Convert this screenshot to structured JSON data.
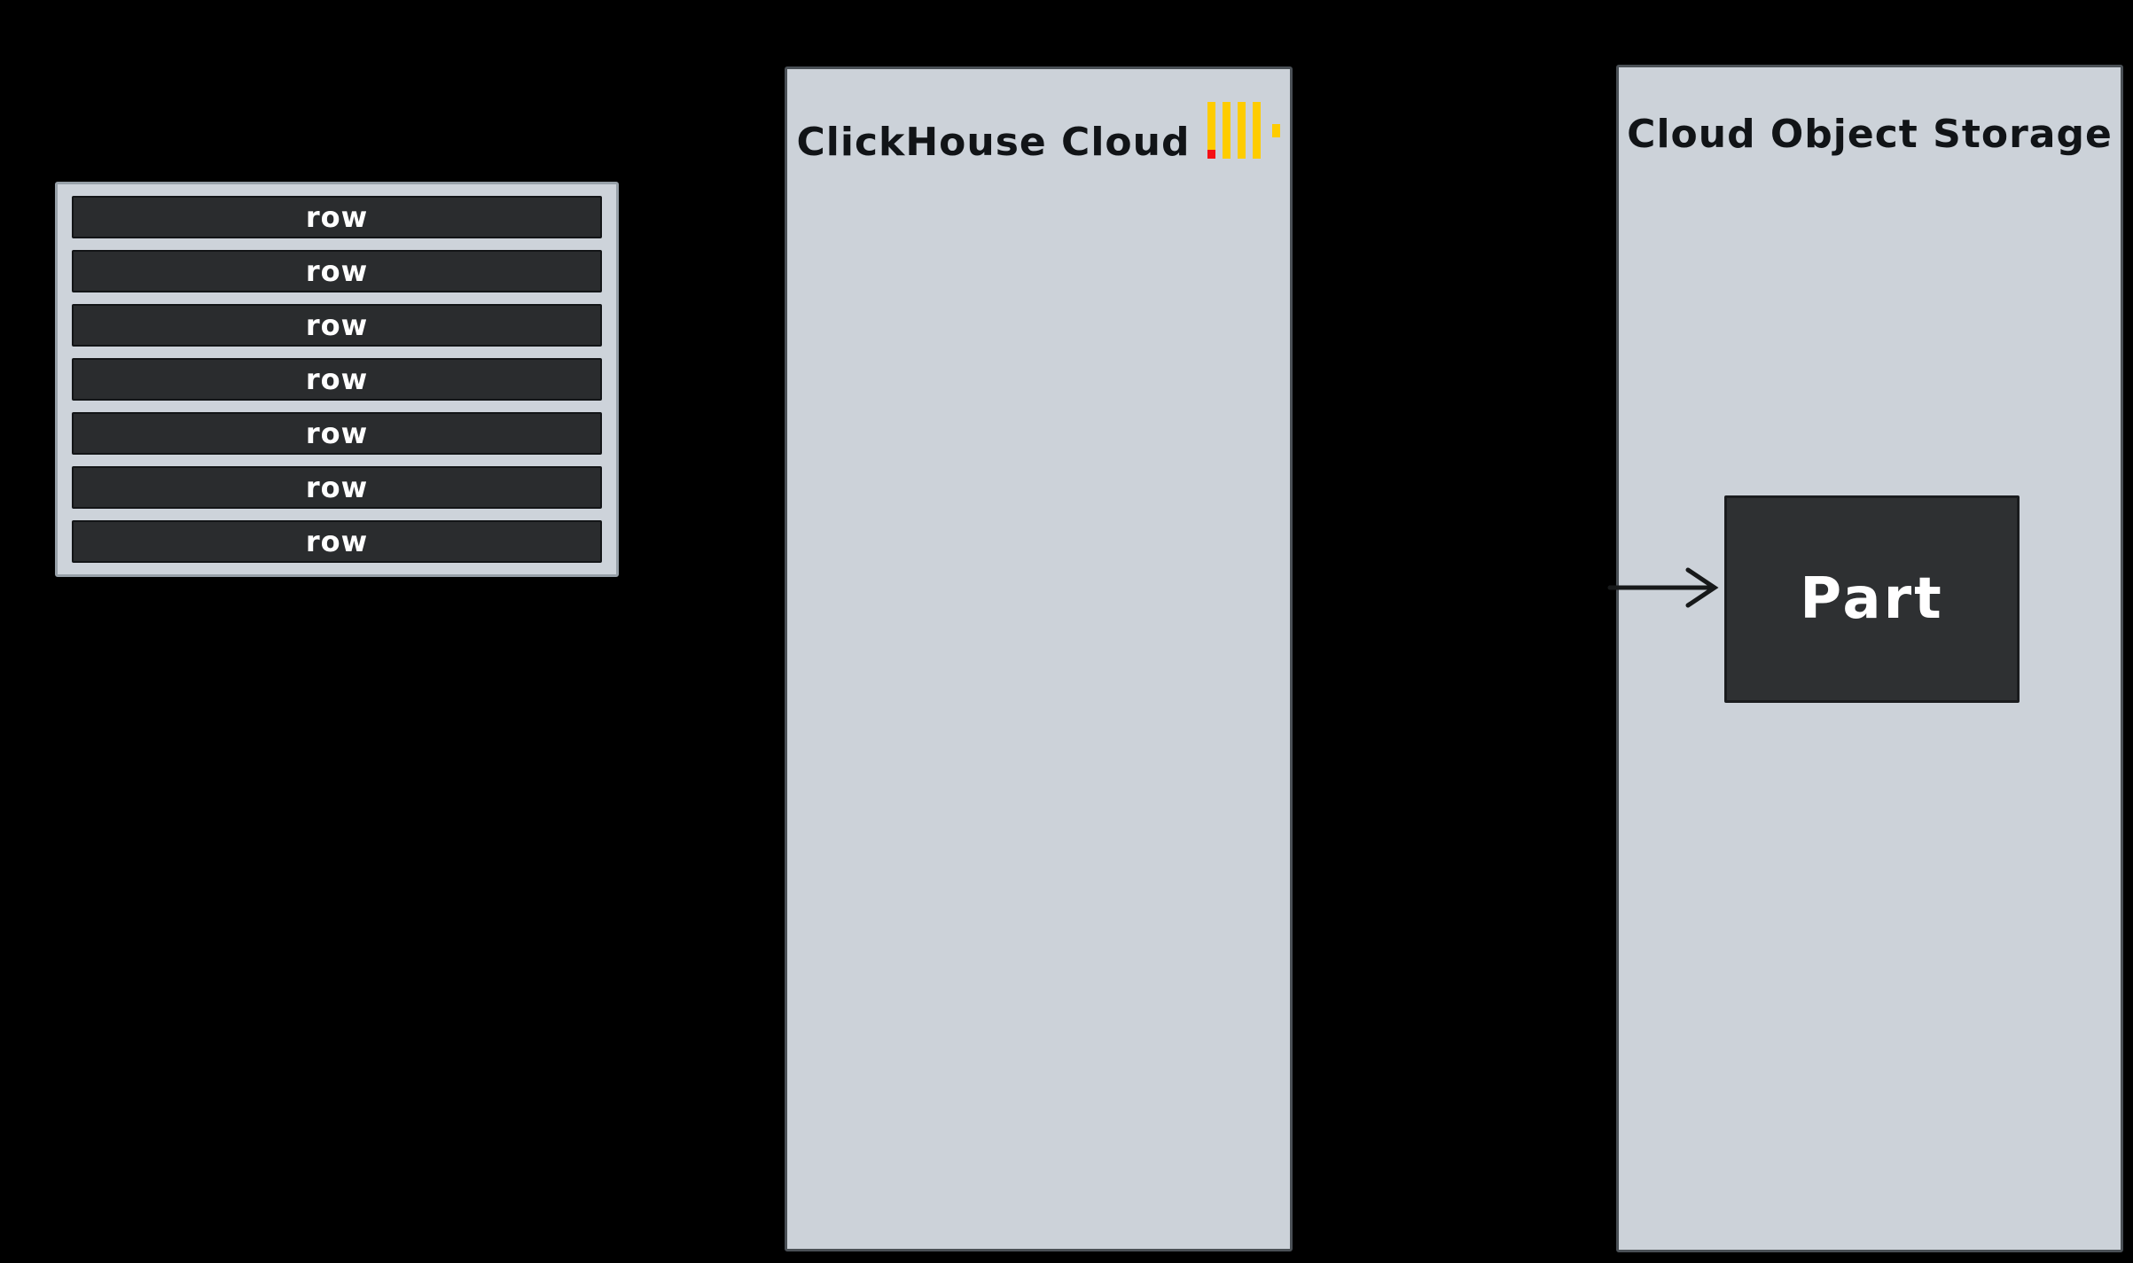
{
  "diagram": {
    "background_color": "#000000",
    "rows_table": {
      "labels": [
        "row",
        "row",
        "row",
        "row",
        "row",
        "row",
        "row"
      ],
      "row_fill": "#2a2c2e",
      "container_fill": "#cdd3da"
    },
    "clickhouse_panel": {
      "title": "ClickHouse Cloud",
      "fill": "#ccd2d9",
      "logo": {
        "bar_color": "#fecc00",
        "accent_color": "#f50f14"
      }
    },
    "storage_panel": {
      "title": "Cloud Object Storage",
      "fill": "#ccd2d9",
      "part_label": "Part"
    },
    "arrow_color": "#17191a"
  }
}
